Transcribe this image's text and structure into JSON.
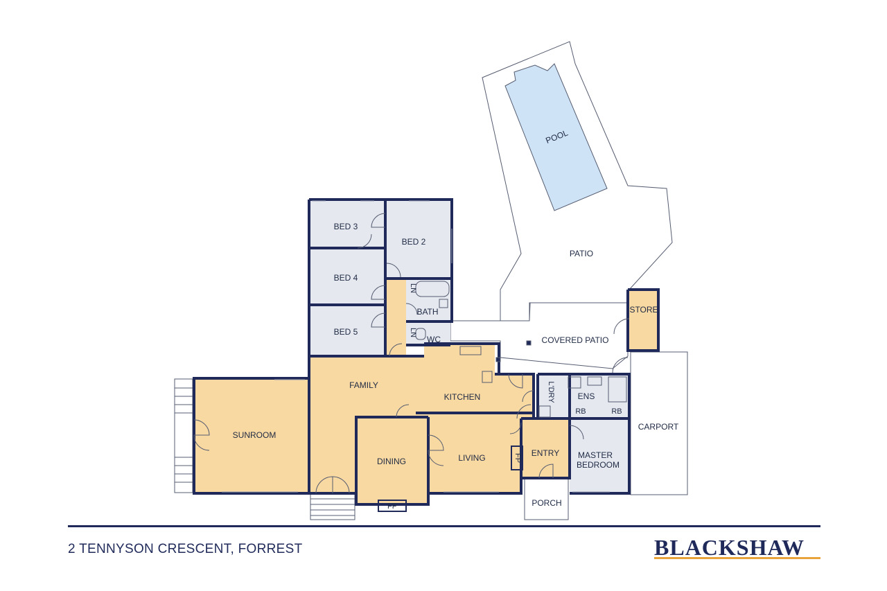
{
  "rooms": {
    "pool": "POOL",
    "patio": "PATIO",
    "covered_patio": "COVERED PATIO",
    "store": "STORE",
    "bed3": "BED 3",
    "bed2": "BED 2",
    "bed4": "BED 4",
    "bed5": "BED 5",
    "bath": "BATH",
    "wc": "WC",
    "ln1": "LN",
    "ln2": "LN",
    "family": "FAMILY",
    "kitchen": "KITCHEN",
    "ldry": "L'DRY",
    "ens": "ENS",
    "rb1": "RB",
    "rb2": "RB",
    "sunroom": "SUNROOM",
    "dining": "DINING",
    "living": "LIVING",
    "fp_living": "FP",
    "fp_dining": "FP",
    "entry": "ENTRY",
    "master_line1": "MASTER",
    "master_line2": "BEDROOM",
    "carport": "CARPORT",
    "porch": "PORCH"
  },
  "footer": {
    "address": "2 TENNYSON CRESCENT, FORREST",
    "brand": "BLACKSHAW"
  },
  "colors": {
    "wall": "#1f2a5a",
    "living_fill": "#f9d9a2",
    "bedroom_fill": "#e5e8ef",
    "pool_fill": "#cfe3f7",
    "brand_accent": "#e9a33b"
  }
}
